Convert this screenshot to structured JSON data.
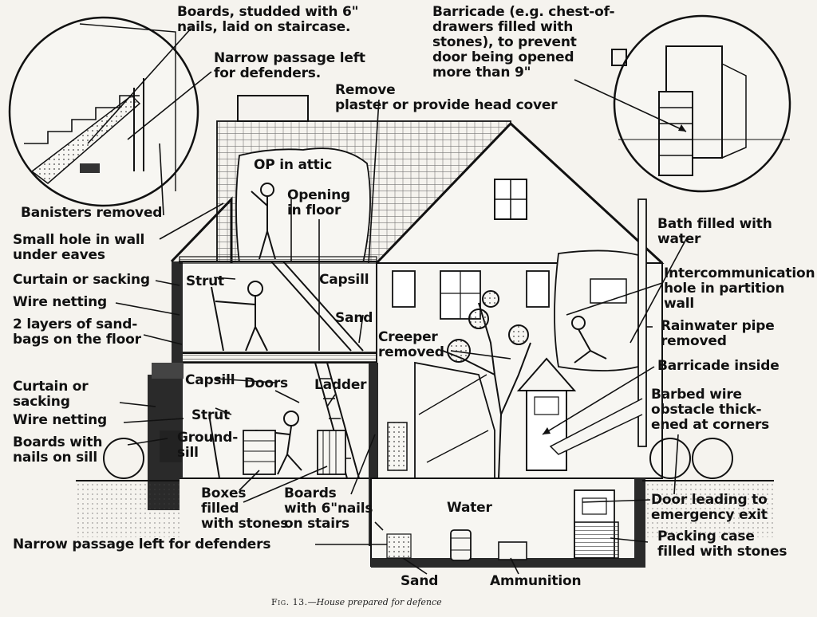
{
  "labels": {
    "boards_staircase": "Boards, studded with 6\"\nnails, laid on staircase.",
    "narrow_passage_top": "Narrow passage left\nfor defenders.",
    "barricade_chest": "Barricade (e.g. chest-of-\ndrawers filled with\nstones), to prevent\ndoor being opened\nmore than 9\"",
    "remove_plaster": "Remove\nplaster or provide head cover",
    "op_in_attic": "OP in attic",
    "opening_in_floor": "Opening\nin floor",
    "banisters_removed": "Banisters removed",
    "small_hole": "Small hole in wall\nunder eaves",
    "curtain_sacking_upper": "Curtain or sacking",
    "wire_netting_upper": "Wire netting",
    "sandbags": "2 layers of sand-\nbags on the floor",
    "strut_upper": "Strut",
    "capsill_upper": "Capsill",
    "sand_upper": "Sand",
    "creeper_removed": "Creeper\nremoved",
    "bath_filled": "Bath filled with\nwater",
    "intercom_hole": "Intercommunication\nhole in partition\nwall",
    "rainwater_pipe": "Rainwater pipe\nremoved",
    "barricade_inside": "Barricade inside",
    "capsill_lower": "Capsill",
    "doors": "Doors",
    "ladder": "Ladder",
    "curtain_sacking_lower": "Curtain or\nsacking",
    "wire_netting_lower": "Wire netting",
    "strut_lower": "Strut",
    "boards_nails_sill": "Boards with\nnails on sill",
    "ground_sill": "Ground-\nsill",
    "barbed_wire": "Barbed wire\nobstacle thick-\nened at corners",
    "boxes_filled": "Boxes\nfilled\nwith stones",
    "boards_stairs": "Boards\nwith 6\"nails\non stairs",
    "water": "Water",
    "door_emergency": "Door leading to\nemergency exit",
    "packing_case": "Packing case\nfilled with stones",
    "narrow_passage_bottom": "Narrow passage left for defenders",
    "sand_bottom": "Sand",
    "ammunition": "Ammunition"
  },
  "caption": {
    "figure": "Fig. 13.",
    "text": "—House prepared for defence"
  },
  "colors": {
    "ink": "#111111",
    "paper": "#f5f3ee",
    "shade": "#3a3a3a"
  }
}
